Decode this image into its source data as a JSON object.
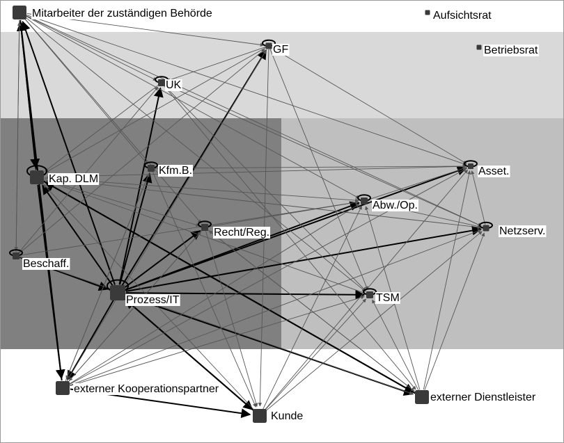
{
  "colors": {
    "band_light": "#d9d9d9",
    "band_mid": "#bfbfbf",
    "band_dark": "#808080",
    "node": "#3a3a3a",
    "edge_strong": "#000000",
    "edge_weak": "#555555",
    "label_bg": "#ffffff"
  },
  "nodes": [
    {
      "id": "mab",
      "label": "Mitarbeiter der zuständigen Behörde",
      "icon": "square-node"
    },
    {
      "id": "ar",
      "label": "Aufsichtsrat",
      "icon": "square-node"
    },
    {
      "id": "gf",
      "label": "GF",
      "icon": "square-node"
    },
    {
      "id": "br",
      "label": "Betriebsrat",
      "icon": "square-node"
    },
    {
      "id": "uk",
      "label": "UK",
      "icon": "square-node"
    },
    {
      "id": "kap",
      "label": "Kap. DLM",
      "icon": "square-node"
    },
    {
      "id": "kfm",
      "label": "Kfm.B.",
      "icon": "square-node"
    },
    {
      "id": "asset",
      "label": "Asset.",
      "icon": "square-node"
    },
    {
      "id": "abw",
      "label": "Abw./Op.",
      "icon": "square-node"
    },
    {
      "id": "recht",
      "label": "Recht/Reg.",
      "icon": "square-node"
    },
    {
      "id": "netz",
      "label": "Netzserv.",
      "icon": "square-node"
    },
    {
      "id": "besch",
      "label": "Beschaff.",
      "icon": "square-node"
    },
    {
      "id": "proz",
      "label": "Prozess/IT",
      "icon": "square-node"
    },
    {
      "id": "tsm",
      "label": "TSM",
      "icon": "square-node"
    },
    {
      "id": "ext",
      "label": "externer Kooperationspartner",
      "icon": "square-node"
    },
    {
      "id": "dienst",
      "label": "externer Dienstleister",
      "icon": "square-node"
    },
    {
      "id": "kunde",
      "label": "Kunde",
      "icon": "square-node"
    }
  ],
  "edges": [
    {
      "from": "proz",
      "to": "mab",
      "strong": true
    },
    {
      "from": "kap",
      "to": "mab",
      "strong": true
    },
    {
      "from": "ext",
      "to": "mab",
      "strong": true
    },
    {
      "from": "mab",
      "to": "kap",
      "strong": true
    },
    {
      "from": "proz",
      "to": "gf",
      "strong": true
    },
    {
      "from": "proz",
      "to": "uk",
      "strong": true
    },
    {
      "from": "proz",
      "to": "kfm",
      "strong": true
    },
    {
      "from": "proz",
      "to": "kap",
      "strong": true
    },
    {
      "from": "proz",
      "to": "recht",
      "strong": true
    },
    {
      "from": "proz",
      "to": "abw",
      "strong": true
    },
    {
      "from": "proz",
      "to": "asset",
      "strong": true
    },
    {
      "from": "proz",
      "to": "netz",
      "strong": true
    },
    {
      "from": "proz",
      "to": "tsm",
      "strong": true
    },
    {
      "from": "proz",
      "to": "ext",
      "strong": true
    },
    {
      "from": "proz",
      "to": "kunde",
      "strong": true
    },
    {
      "from": "proz",
      "to": "dienst",
      "strong": true
    },
    {
      "from": "besch",
      "to": "proz",
      "strong": true
    },
    {
      "from": "kap",
      "to": "ext",
      "strong": true
    },
    {
      "from": "kap",
      "to": "dienst",
      "strong": true
    },
    {
      "from": "dienst",
      "to": "kap",
      "strong": true
    },
    {
      "from": "ext",
      "to": "kunde",
      "strong": true
    },
    {
      "from": "kunde",
      "to": "proz",
      "strong": true
    },
    {
      "from": "mab",
      "to": "gf",
      "strong": false
    },
    {
      "from": "mab",
      "to": "uk",
      "strong": false
    },
    {
      "from": "mab",
      "to": "abw",
      "strong": false
    },
    {
      "from": "mab",
      "to": "asset",
      "strong": false
    },
    {
      "from": "mab",
      "to": "netz",
      "strong": false
    },
    {
      "from": "mab",
      "to": "kfm",
      "strong": false
    },
    {
      "from": "mab",
      "to": "besch",
      "strong": false
    },
    {
      "from": "mab",
      "to": "recht",
      "strong": false
    },
    {
      "from": "gf",
      "to": "uk",
      "strong": false
    },
    {
      "from": "gf",
      "to": "kap",
      "strong": false
    },
    {
      "from": "gf",
      "to": "kunde",
      "strong": false
    },
    {
      "from": "gf",
      "to": "asset",
      "strong": false
    },
    {
      "from": "gf",
      "to": "tsm",
      "strong": false
    },
    {
      "from": "uk",
      "to": "kap",
      "strong": false
    },
    {
      "from": "uk",
      "to": "netz",
      "strong": false
    },
    {
      "from": "uk",
      "to": "tsm",
      "strong": false
    },
    {
      "from": "uk",
      "to": "dienst",
      "strong": false
    },
    {
      "from": "kfm",
      "to": "asset",
      "strong": false
    },
    {
      "from": "kfm",
      "to": "kunde",
      "strong": false
    },
    {
      "from": "kfm",
      "to": "ext",
      "strong": false
    },
    {
      "from": "kap",
      "to": "abw",
      "strong": false
    },
    {
      "from": "kap",
      "to": "recht",
      "strong": false
    },
    {
      "from": "kap",
      "to": "netz",
      "strong": false
    },
    {
      "from": "recht",
      "to": "abw",
      "strong": false
    },
    {
      "from": "recht",
      "to": "kunde",
      "strong": false
    },
    {
      "from": "recht",
      "to": "ext",
      "strong": false
    },
    {
      "from": "recht",
      "to": "dienst",
      "strong": false
    },
    {
      "from": "besch",
      "to": "dienst",
      "strong": false
    },
    {
      "from": "besch",
      "to": "abw",
      "strong": false
    },
    {
      "from": "besch",
      "to": "gf",
      "strong": false
    },
    {
      "from": "besch",
      "to": "uk",
      "strong": false
    },
    {
      "from": "ext",
      "to": "asset",
      "strong": false
    },
    {
      "from": "ext",
      "to": "abw",
      "strong": false
    },
    {
      "from": "ext",
      "to": "tsm",
      "strong": false
    },
    {
      "from": "ext",
      "to": "netz",
      "strong": false
    },
    {
      "from": "ext",
      "to": "recht",
      "strong": false
    },
    {
      "from": "ext",
      "to": "kfm",
      "strong": false
    },
    {
      "from": "ext",
      "to": "gf",
      "strong": false
    },
    {
      "from": "kunde",
      "to": "asset",
      "strong": false
    },
    {
      "from": "kunde",
      "to": "abw",
      "strong": false
    },
    {
      "from": "kunde",
      "to": "netz",
      "strong": false
    },
    {
      "from": "kunde",
      "to": "tsm",
      "strong": false
    },
    {
      "from": "kunde",
      "to": "kap",
      "strong": false
    },
    {
      "from": "dienst",
      "to": "asset",
      "strong": false
    },
    {
      "from": "dienst",
      "to": "abw",
      "strong": false
    },
    {
      "from": "dienst",
      "to": "netz",
      "strong": false
    },
    {
      "from": "dienst",
      "to": "tsm",
      "strong": false
    },
    {
      "from": "dienst",
      "to": "recht",
      "strong": false
    },
    {
      "from": "tsm",
      "to": "kap",
      "strong": false
    },
    {
      "from": "abw",
      "to": "asset",
      "strong": false
    },
    {
      "from": "abw",
      "to": "netz",
      "strong": false
    },
    {
      "from": "netz",
      "to": "asset",
      "strong": false
    },
    {
      "from": "asset",
      "to": "kap",
      "strong": false
    },
    {
      "from": "besch",
      "to": "mab",
      "strong": false
    },
    {
      "from": "mab",
      "to": "tsm",
      "strong": false
    }
  ]
}
